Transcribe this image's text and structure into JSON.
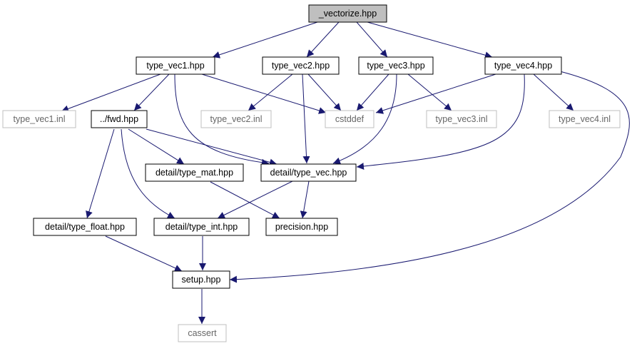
{
  "colors": {
    "edge": "#191970",
    "node_border": "#000000",
    "node_border_external": "#bfbfbf",
    "root_fill": "#bfbfbf",
    "node_fill": "#ffffff",
    "text": "#000000",
    "text_external": "#666666"
  },
  "nodes": {
    "vectorize": "_vectorize.hpp",
    "type_vec1_hpp": "type_vec1.hpp",
    "type_vec2_hpp": "type_vec2.hpp",
    "type_vec3_hpp": "type_vec3.hpp",
    "type_vec4_hpp": "type_vec4.hpp",
    "type_vec1_inl": "type_vec1.inl",
    "fwd_hpp": "../fwd.hpp",
    "type_vec2_inl": "type_vec2.inl",
    "cstddef": "cstddef",
    "type_vec3_inl": "type_vec3.inl",
    "type_vec4_inl": "type_vec4.inl",
    "type_mat_hpp": "detail/type_mat.hpp",
    "type_vec_hpp": "detail/type_vec.hpp",
    "type_float_hpp": "detail/type_float.hpp",
    "type_int_hpp": "detail/type_int.hpp",
    "precision_hpp": "precision.hpp",
    "setup_hpp": "setup.hpp",
    "cassert": "cassert"
  }
}
